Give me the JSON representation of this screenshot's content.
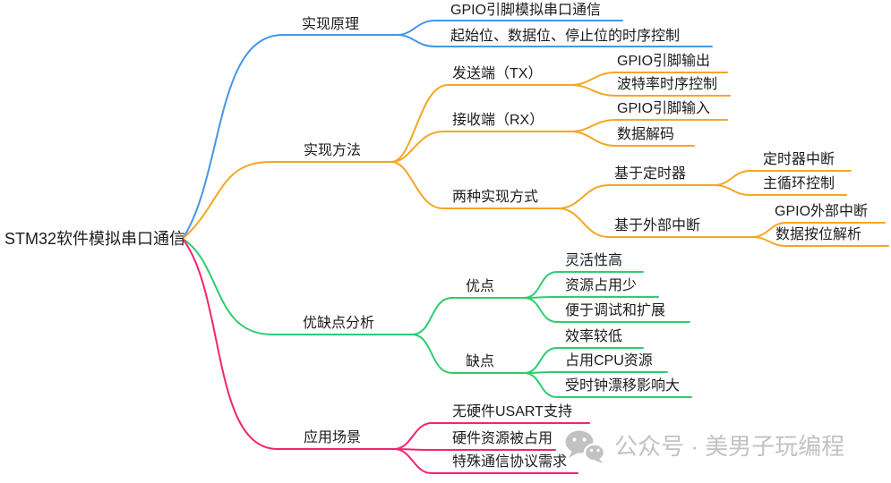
{
  "root": {
    "label": "STM32软件模拟串口通信"
  },
  "branches": [
    {
      "label": "实现原理",
      "children": [
        {
          "label": "GPIO引脚模拟串口通信"
        },
        {
          "label": "起始位、数据位、停止位的时序控制"
        }
      ]
    },
    {
      "label": "实现方法",
      "children": [
        {
          "label": "发送端（TX）",
          "children": [
            {
              "label": "GPIO引脚输出"
            },
            {
              "label": "波特率时序控制"
            }
          ]
        },
        {
          "label": "接收端（RX）",
          "children": [
            {
              "label": "GPIO引脚输入"
            },
            {
              "label": "数据解码"
            }
          ]
        },
        {
          "label": "两种实现方式",
          "children": [
            {
              "label": "基于定时器",
              "children": [
                {
                  "label": "定时器中断"
                },
                {
                  "label": "主循环控制"
                }
              ]
            },
            {
              "label": "基于外部中断",
              "children": [
                {
                  "label": "GPIO外部中断"
                },
                {
                  "label": "数据按位解析"
                }
              ]
            }
          ]
        }
      ]
    },
    {
      "label": "优缺点分析",
      "children": [
        {
          "label": "优点",
          "children": [
            {
              "label": "灵活性高"
            },
            {
              "label": "资源占用少"
            },
            {
              "label": "便于调试和扩展"
            }
          ]
        },
        {
          "label": "缺点",
          "children": [
            {
              "label": "效率较低"
            },
            {
              "label": "占用CPU资源"
            },
            {
              "label": "受时钟漂移影响大"
            }
          ]
        }
      ]
    },
    {
      "label": "应用场景",
      "children": [
        {
          "label": "无硬件USART支持"
        },
        {
          "label": "硬件资源被占用"
        },
        {
          "label": "特殊通信协议需求"
        }
      ]
    }
  ],
  "colors": {
    "principle": "#4596e8",
    "implementation": "#f5a623",
    "proscons": "#2ecc71",
    "scenarios": "#f2256e",
    "watermark": "#c2c2c2",
    "text": "#1c1c1c"
  },
  "watermark": {
    "label": "公众号 · 美男子玩编程",
    "icon": "wechat-icon"
  }
}
